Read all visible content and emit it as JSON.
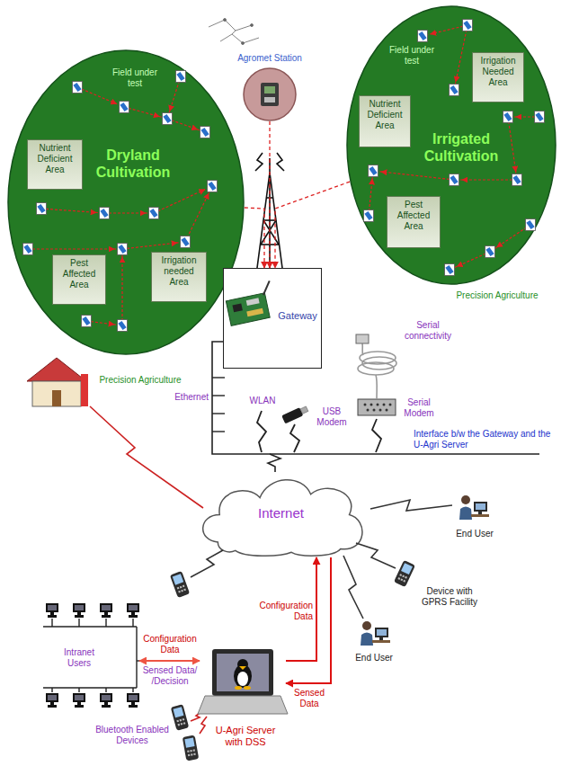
{
  "diagram": {
    "nodes": [
      {
        "text": [
          "Field under test",
          "Dryland Cultivation",
          "Precision Agriculture"
        ]
      },
      {
        "text": [
          "Nutrient Deficient Area"
        ],
        "in": 0
      },
      {
        "text": [
          "Pest Affected Area"
        ],
        "in": 0
      },
      {
        "text": [
          "Irrigation needed Area"
        ],
        "in": 0
      },
      {
        "text": [
          "Agromet Station"
        ]
      },
      {
        "text": [
          "Field under test",
          "Irrigated Cultivation",
          "Precision Agriculture"
        ]
      },
      {
        "text": [
          "Irrigation Needed Area"
        ],
        "in": 5
      },
      {
        "text": [
          "Nutrient Deficient Area"
        ],
        "in": 5
      },
      {
        "text": [
          "Pest Affected Area"
        ],
        "in": 5
      },
      {
        "text": [
          "Gateway"
        ]
      },
      {
        "text": [
          "Internet"
        ]
      },
      {
        "text": [
          "Intranet Users"
        ]
      },
      {
        "text": [
          "U-Agri Server with DSS"
        ]
      }
    ],
    "edges": [
      {
        "from": 0,
        "to": 9,
        "arrow": "to"
      },
      {
        "from": 4,
        "to": 9,
        "arrow": "to"
      },
      {
        "from": 5,
        "to": 9,
        "arrow": "to"
      },
      {
        "from": 9,
        "to": 10,
        "arrow": "none"
      },
      {
        "from": 12,
        "to": 10,
        "label": "Configuration Data",
        "arrow": "to"
      },
      {
        "from": 10,
        "to": 12,
        "label": "Sensed Data",
        "arrow": "to"
      },
      {
        "from": 11,
        "to": 12,
        "label": "Configuration Data",
        "arrow": "both"
      }
    ],
    "labels": [
      "Ethernet",
      "WLAN",
      "USB Modem",
      "Serial connectivity",
      "Serial Modem",
      "Interface b/w the Gateway and the U-Agri Server",
      "End User",
      "Device with GPRS Facility",
      "End User",
      "Sensed Data/ /Decision",
      "Bluetooth Enabled Devices"
    ]
  }
}
